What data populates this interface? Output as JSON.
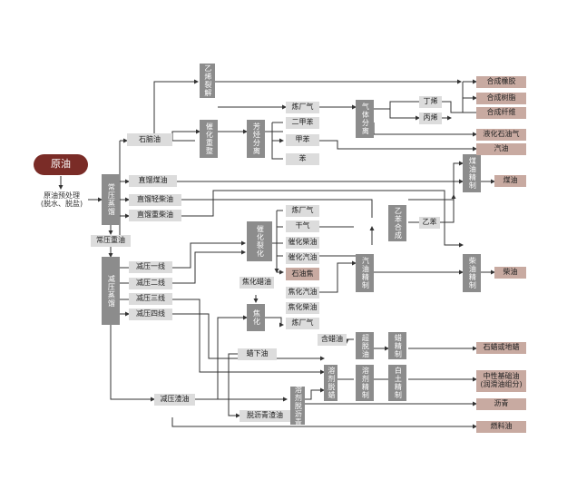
{
  "start": "原油",
  "pretreat": "原油预处理\n(脱水、脱盐)",
  "units": {
    "atm": "常压蒸馏",
    "vac": "减压蒸馏",
    "ethylene_crack": "乙烯裂解",
    "cat_reform": "催化重整",
    "aromatics_sep": "芳烃分离",
    "gas_sep": "气体分离",
    "cat_crack": "催化裂化",
    "coking": "焦化",
    "gasoline_ref": "汽油精制",
    "kerosene_ref": "煤油精制",
    "diesel_ref": "柴油精制",
    "styrene": "乙苯合成",
    "dewax": "超脱油",
    "paraffin_ref": "蜡精制",
    "solvent_dewax": "溶剂脱蜡",
    "solvent_ref": "溶剂精制",
    "clay_ref": "白土精制",
    "deasphalt": "溶剂脱沥青"
  },
  "streams": {
    "naphtha": "石脑油",
    "straight_kero": "直馏煤油",
    "straight_diesel": "直馏轻柴油",
    "straight_heavy": "直馏重柴油",
    "atm_residue": "常压重油",
    "vac1": "减压一线",
    "vac2": "减压二线",
    "vac3": "减压三线",
    "vac4": "减压四线",
    "vac_residue": "减压渣油",
    "coker_wax": "焦化蜡油",
    "deasph_oil": "脱沥青渣油",
    "refinery_gas1": "炼厂气",
    "xylene": "二甲苯",
    "toluene": "甲苯",
    "benzene": "苯",
    "refinery_gas2": "炼厂气",
    "dry_gas": "干气",
    "cat_diesel": "催化柴油",
    "cat_gasoline": "催化汽油",
    "pet_coke": "石油焦",
    "coker_gasoline": "焦化汽油",
    "coker_diesel": "焦化柴油",
    "refinery_gas3": "炼厂气",
    "butene": "丁烯",
    "propylene": "丙烯",
    "ethylbenzene": "乙苯",
    "wax_oil": "含蜡油",
    "slack_wax": "蜡下油"
  },
  "products": {
    "rubber": "合成橡胶",
    "resin": "合成树脂",
    "fiber": "合成纤维",
    "lpg": "液化石油气",
    "gasoline": "汽油",
    "kerosene": "煤油",
    "diesel": "柴油",
    "paraffin": "石蜡或地蜡",
    "lube": "中性基础油\n(润滑油组分)",
    "asphalt": "沥青",
    "fuel_oil": "燃料油"
  },
  "colors": {
    "start_fill": "#7a2c27",
    "process_fill": "#8c8c8c",
    "stream_fill": "#dcdcdc",
    "product_fill": "#c8aaa1",
    "line": "#333333"
  }
}
